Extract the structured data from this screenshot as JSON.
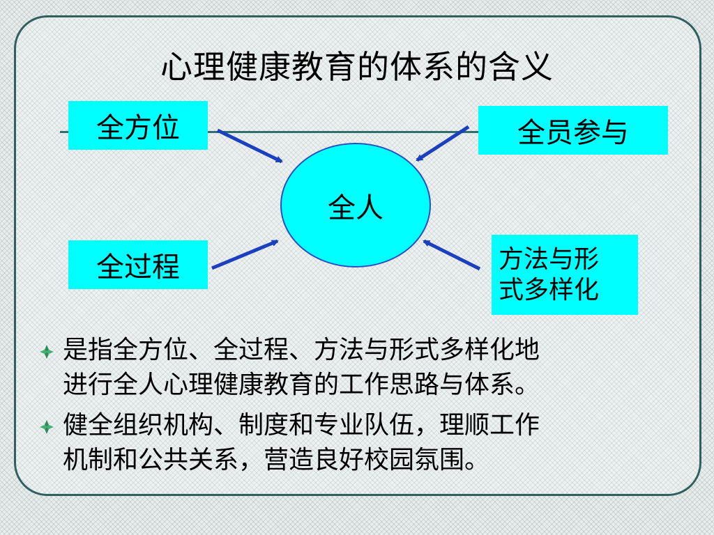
{
  "title": "心理健康教育的体系的含义",
  "diagram": {
    "center": "全人",
    "top_left": "全方位",
    "top_right": "全员参与",
    "bottom_left": "全过程",
    "bottom_right_line1": "方法与形",
    "bottom_right_line2": "式多样化"
  },
  "bullets": [
    {
      "line1": "是指全方位、全过程、方法与形式多样化地",
      "line2": "进行全人心理健康教育的工作思路与体系。"
    },
    {
      "line1": "健全组织机构、制度和专业队伍，理顺工作",
      "line2": "机制和公共关系，营造良好校园氛围。"
    }
  ],
  "colors": {
    "box": "#00ffff",
    "arrow": "#1a3fbf",
    "frame": "#2f5f5f",
    "bullet": "#2e8b57"
  }
}
